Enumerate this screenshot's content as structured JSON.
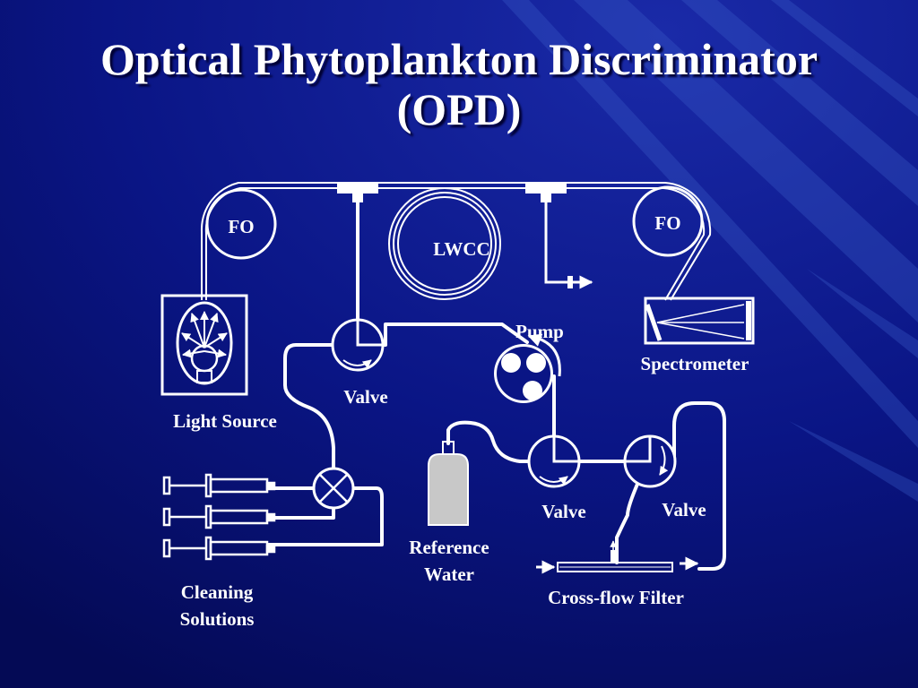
{
  "slide": {
    "title_line1": "Optical Phytoplankton Discriminator",
    "title_line2": "(OPD)"
  },
  "labels": {
    "fo_left": "FO",
    "fo_right": "FO",
    "lwcc": "LWCC",
    "pump": "Pump",
    "spectrometer": "Spectrometer",
    "light_source": "Light Source",
    "valve_top": "Valve",
    "valve_mid": "Valve",
    "valve_right": "Valve",
    "reference_water_line1": "Reference",
    "reference_water_line2": "Water",
    "cross_flow_filter": "Cross-flow Filter",
    "cleaning_line1": "Cleaning",
    "cleaning_line2": "Solutions"
  },
  "colors": {
    "background": "#0a1585",
    "background_dark": "#040a55",
    "ray": "#3a5cc8",
    "line": "#ffffff",
    "reservoir": "#c8c8c8"
  }
}
